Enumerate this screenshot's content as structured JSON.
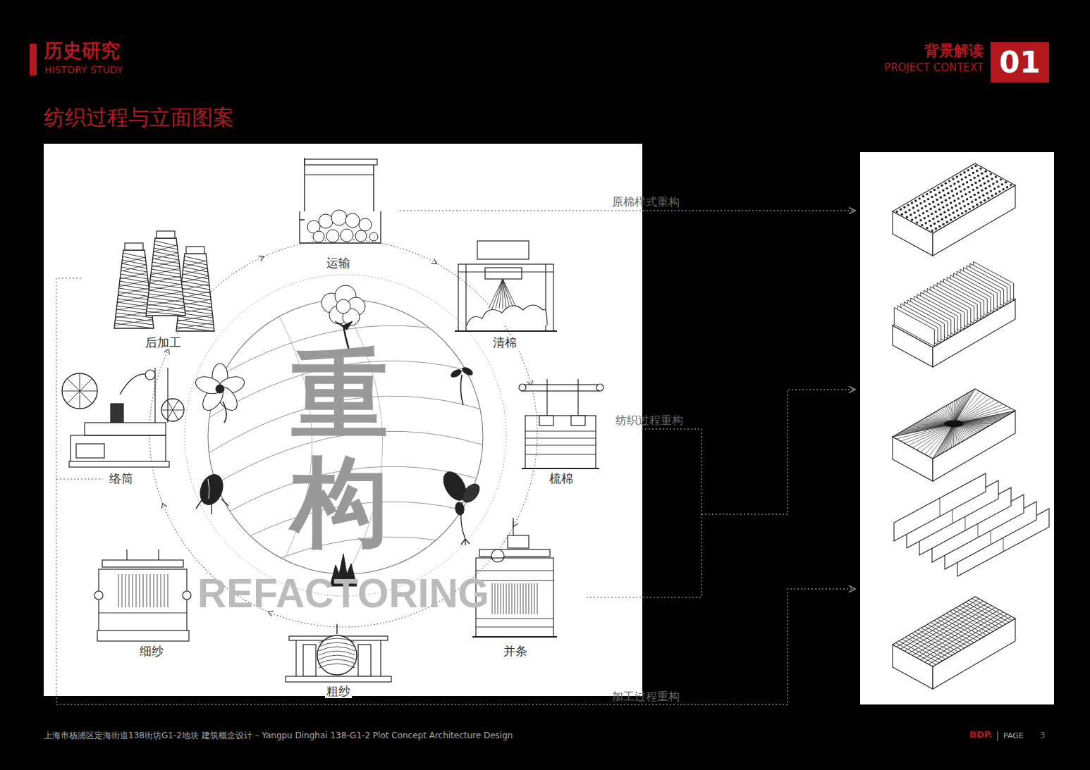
{
  "diagram": {
    "title": "纺织过程与立面图案",
    "nodes": [
      {
        "text": [
          "01"
        ]
      }
    ],
    "labels": [
      "历史研究",
      "HISTORY STUDY",
      "背景解读",
      "PROJECT CONTEXT",
      "运输",
      "清棉",
      "梳棉",
      "并条",
      "粗纱",
      "细纱",
      "络筒",
      "后加工",
      "重构",
      "REFACTORING",
      "原棉样式重构",
      "纺织过程重构",
      "加工过程重构",
      "上海市杨浦区定海街道138街坊G1-2地块 建筑概念设计 – Yangpu Dinghai 138-G1-2 Plot Concept Architecture Design",
      "BDP.",
      "PAGE",
      "3"
    ]
  }
}
